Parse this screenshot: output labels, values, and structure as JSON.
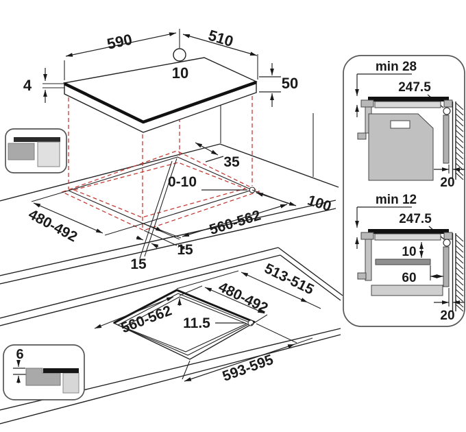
{
  "colors": {
    "line": "#222222",
    "dashed_red": "#c43c35",
    "text": "#1a1a1a",
    "gray_dark": "#2b2b2b",
    "gray_mid": "#a9a9a9",
    "gray_light": "#d8d8d8"
  },
  "hob_view": {
    "width": "590",
    "depth": "510",
    "glass_thickness": "4",
    "edge_offset": "10",
    "install_depth": "50"
  },
  "cutout_view": {
    "rear_gap": "35",
    "adjust_range": "0-10",
    "front_clearance": "100",
    "cutout_depth": "480-492",
    "cutout_width": "560-562",
    "side_margin": "15",
    "front_margin": "15"
  },
  "flush_view": {
    "recess_depth": "513-515",
    "cutout_depth": "480-492",
    "cutout_width": "560-562",
    "ledge_width": "11.5",
    "recess_width": "593-595"
  },
  "flush_detail": {
    "ledge_depth": "6"
  },
  "oven_section": {
    "min_gap": "min 28",
    "connection_offset": "247.5",
    "wall_gap": "20"
  },
  "drawer_section": {
    "min_gap": "min 12",
    "connection_offset": "247.5",
    "barrier_gap": "10",
    "barrier_offset": "60",
    "wall_gap": "20"
  }
}
